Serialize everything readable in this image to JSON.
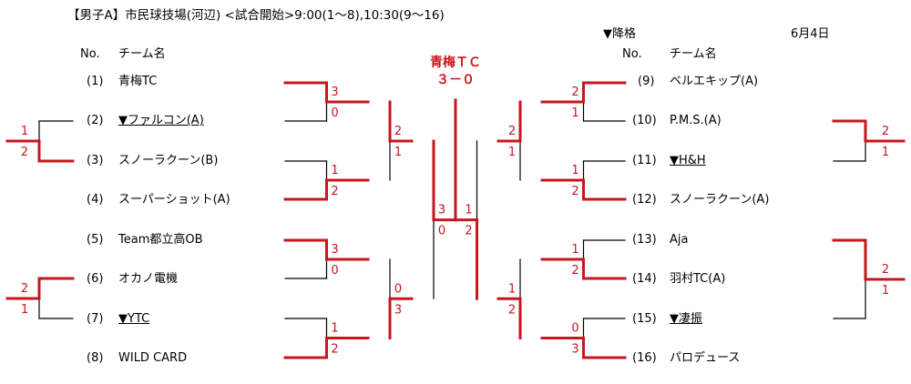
{
  "header": {
    "title": "【男子A】市民球技場(河辺) <試合開始>9:00(1〜8),10:30(9〜16)",
    "relegation": "▼降格",
    "date": "6月4日",
    "col_no": "No.",
    "col_team": "チーム名"
  },
  "champion": {
    "name": "青梅ＴＣ",
    "score": "３－０"
  },
  "colors": {
    "winner": "#c8161d",
    "line": "#000000"
  },
  "left_teams": [
    {
      "no": "(1)",
      "name": "青梅TC",
      "underlined": false
    },
    {
      "no": "(2)",
      "name": "▼ファルコン(A)",
      "underlined": true
    },
    {
      "no": "(3)",
      "name": "スノーラクーン(B)",
      "underlined": false
    },
    {
      "no": "(4)",
      "name": "スーパーショット(A)",
      "underlined": false
    },
    {
      "no": "(5)",
      "name": "Team都立高OB",
      "underlined": false
    },
    {
      "no": "(6)",
      "name": "オカノ電機",
      "underlined": false
    },
    {
      "no": "(7)",
      "name": "▼YTC",
      "underlined": true
    },
    {
      "no": "(8)",
      "name": "WILD CARD",
      "underlined": false
    }
  ],
  "right_teams": [
    {
      "no": "(9)",
      "name": "ベルエキップ(A)",
      "underlined": false
    },
    {
      "no": "(10)",
      "name": "P.M.S.(A)",
      "underlined": false
    },
    {
      "no": "(11)",
      "name": "▼H&H",
      "underlined": true
    },
    {
      "no": "(12)",
      "name": "スノーラクーン(A)",
      "underlined": false
    },
    {
      "no": "(13)",
      "name": "Aja",
      "underlined": false
    },
    {
      "no": "(14)",
      "name": "羽村TC(A)",
      "underlined": false
    },
    {
      "no": "(15)",
      "name": "▼凄振",
      "underlined": true
    },
    {
      "no": "(16)",
      "name": "パロデュース",
      "underlined": false
    }
  ],
  "round1_left": [
    {
      "top": "3",
      "bottom": "0",
      "winner": "top"
    },
    {
      "top": "1",
      "bottom": "2",
      "winner": "bottom"
    },
    {
      "top": "3",
      "bottom": "0",
      "winner": "top"
    },
    {
      "top": "1",
      "bottom": "2",
      "winner": "bottom"
    }
  ],
  "round2_left": [
    {
      "top": "2",
      "bottom": "1",
      "winner": "top"
    },
    {
      "top": "0",
      "bottom": "3",
      "winner": "bottom"
    }
  ],
  "round3_left": {
    "top": "3",
    "bottom": "0",
    "winner": "top"
  },
  "round1_right": [
    {
      "top": "2",
      "bottom": "1",
      "winner": "top"
    },
    {
      "top": "1",
      "bottom": "2",
      "winner": "bottom"
    },
    {
      "top": "1",
      "bottom": "2",
      "winner": "bottom"
    },
    {
      "top": "0",
      "bottom": "3",
      "winner": "bottom"
    }
  ],
  "round2_right": [
    {
      "top": "2",
      "bottom": "1",
      "winner": "top"
    },
    {
      "top": "1",
      "bottom": "2",
      "winner": "bottom"
    }
  ],
  "round3_right": {
    "top": "1",
    "bottom": "2",
    "winner": "bottom"
  },
  "side_left": [
    {
      "top": "1",
      "bottom": "2",
      "winner": "bottom"
    },
    {
      "top": "2",
      "bottom": "1",
      "winner": "top"
    }
  ],
  "side_right": [
    {
      "top": "2",
      "bottom": "1",
      "winner": "top"
    },
    {
      "top": "2",
      "bottom": "1",
      "winner": "top"
    }
  ]
}
